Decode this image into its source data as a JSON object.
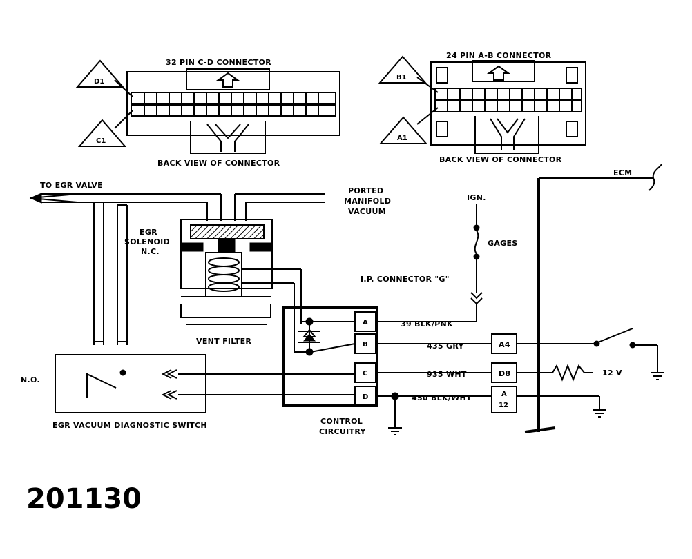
{
  "connectors": {
    "cd": {
      "title": "32 PIN C-D CONNECTOR",
      "caption": "BACK VIEW OF CONNECTOR",
      "pin_top": "D1",
      "pin_bottom": "C1"
    },
    "ab": {
      "title": "24 PIN A-B CONNECTOR",
      "caption": "BACK VIEW OF CONNECTOR",
      "pin_top": "B1",
      "pin_bottom": "A1"
    }
  },
  "labels": {
    "to_egr_valve": "TO EGR VALVE",
    "ported_vacuum": [
      "PORTED",
      "MANIFOLD",
      "VACUUM"
    ],
    "egr_solenoid": [
      "EGR",
      "SOLENOID",
      "N.C."
    ],
    "vent_filter": "VENT FILTER",
    "no": "N.O.",
    "diag_switch": "EGR VACUUM DIAGNOSTIC SWITCH",
    "control": [
      "CONTROL",
      "CIRCUITRY"
    ],
    "ign": "IGN.",
    "gages": "GAGES",
    "ip_connector": "I.P. CONNECTOR \"G\"",
    "ecm": "ECM",
    "twelve_v": "12 V"
  },
  "terminals": [
    "A",
    "B",
    "C",
    "D"
  ],
  "wires": [
    {
      "label": "39 BLK/PNK"
    },
    {
      "label": "435 GRY"
    },
    {
      "label": "935 WHT"
    },
    {
      "label": "450 BLK/WHT"
    }
  ],
  "ecm_pins": [
    {
      "label": "A4"
    },
    {
      "label": "D8"
    },
    {
      "label": [
        "A",
        "12"
      ]
    }
  ],
  "figure_number": "201130"
}
